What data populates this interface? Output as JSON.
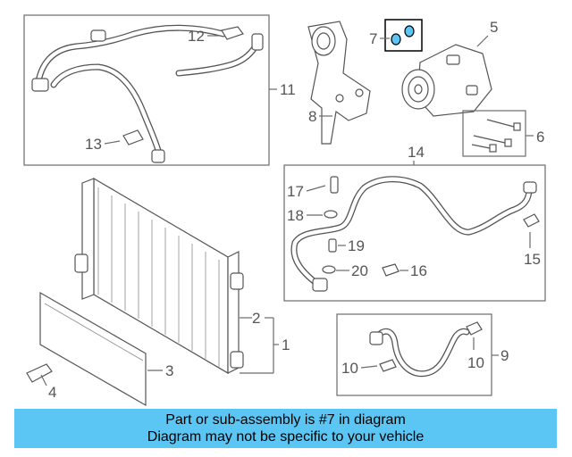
{
  "callouts": {
    "c1": "1",
    "c2": "2",
    "c3": "3",
    "c4": "4",
    "c5": "5",
    "c6": "6",
    "c7": "7",
    "c8": "8",
    "c9": "9",
    "c10a": "10",
    "c10b": "10",
    "c11": "11",
    "c12": "12",
    "c13": "13",
    "c14": "14",
    "c15": "15",
    "c16": "16",
    "c17": "17",
    "c18": "18",
    "c19": "19",
    "c20": "20"
  },
  "banner": {
    "line1": "Part or sub-assembly is #7 in diagram",
    "line2": "Diagram may not be specific to your vehicle"
  },
  "colors": {
    "banner_bg": "#5bc6f4",
    "line_art": "#555555",
    "highlight_box": "#000000"
  }
}
